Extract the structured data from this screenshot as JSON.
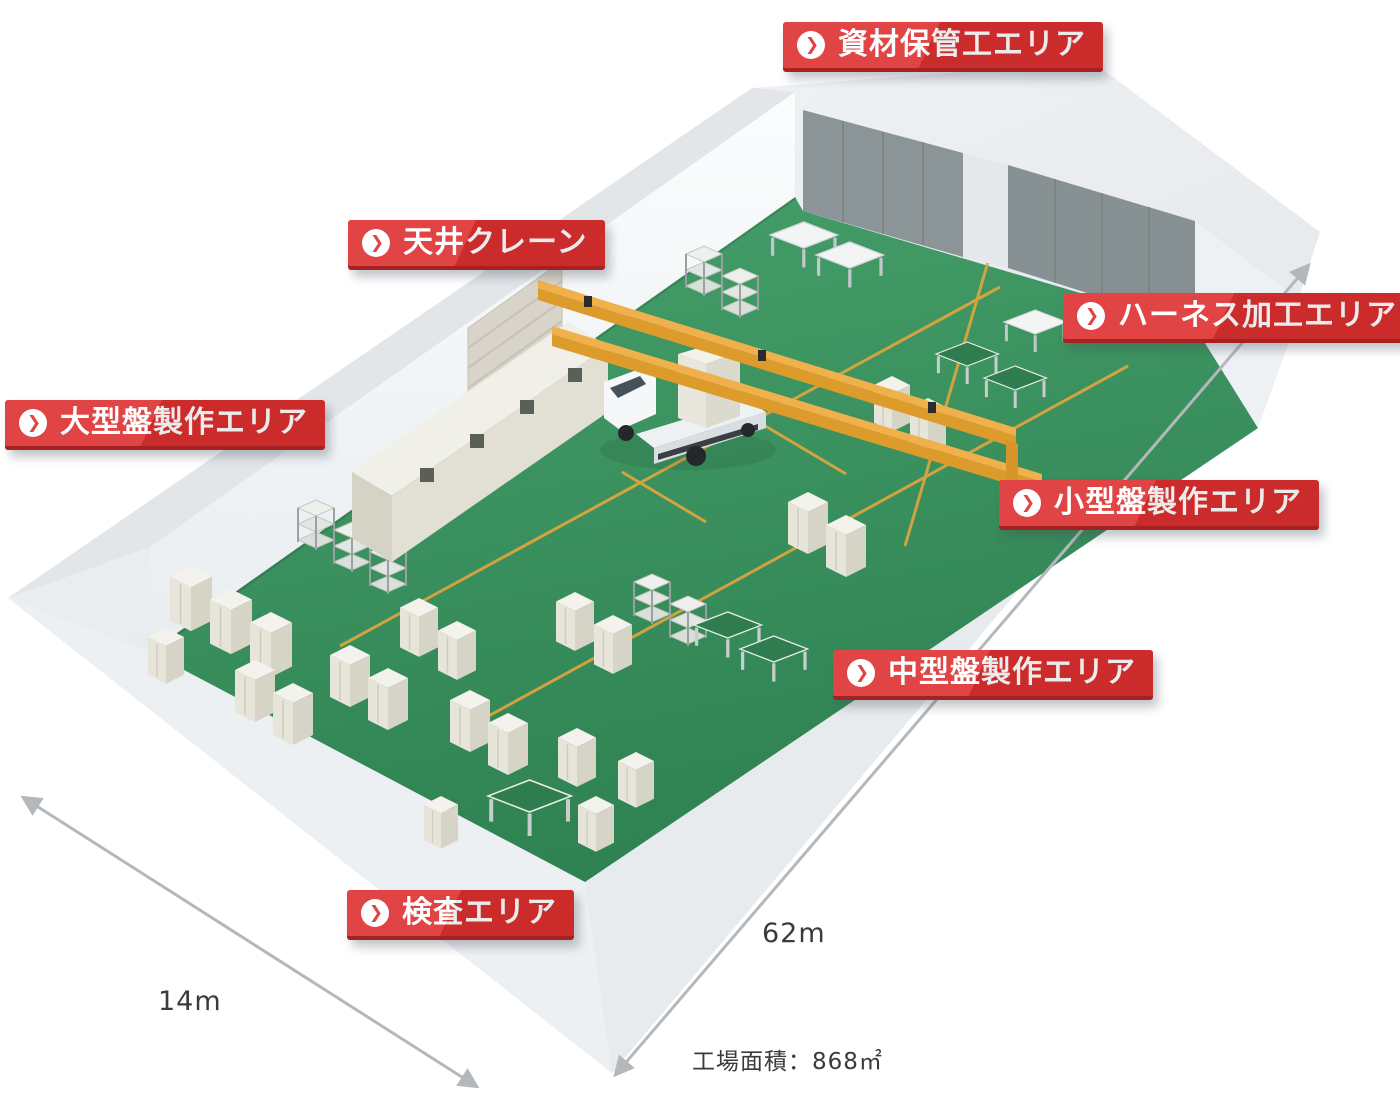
{
  "colors": {
    "accent-red": "#dc2f2f",
    "floor-green": "#3f9a63",
    "crane-orange": "#e8a33b",
    "wall-gray": "#e9edf0",
    "partition-gray": "#8a9397",
    "arrow-gray": "#b5b8ba"
  },
  "labels": {
    "areas": [
      {
        "id": "material-storage",
        "text": "資材保管工エリア"
      },
      {
        "id": "ceiling-crane",
        "text": "天井クレーン"
      },
      {
        "id": "harness-processing",
        "text": "ハーネス加工エリア"
      },
      {
        "id": "large-panel-production",
        "text": "大型盤製作エリア"
      },
      {
        "id": "small-panel-production",
        "text": "小型盤製作エリア"
      },
      {
        "id": "medium-panel-production",
        "text": "中型盤製作エリア"
      },
      {
        "id": "inspection",
        "text": "検査エリア"
      }
    ]
  },
  "dimensions": {
    "width_label": "14m",
    "length_label": "62m",
    "area_label": "工場面積：868㎡"
  }
}
